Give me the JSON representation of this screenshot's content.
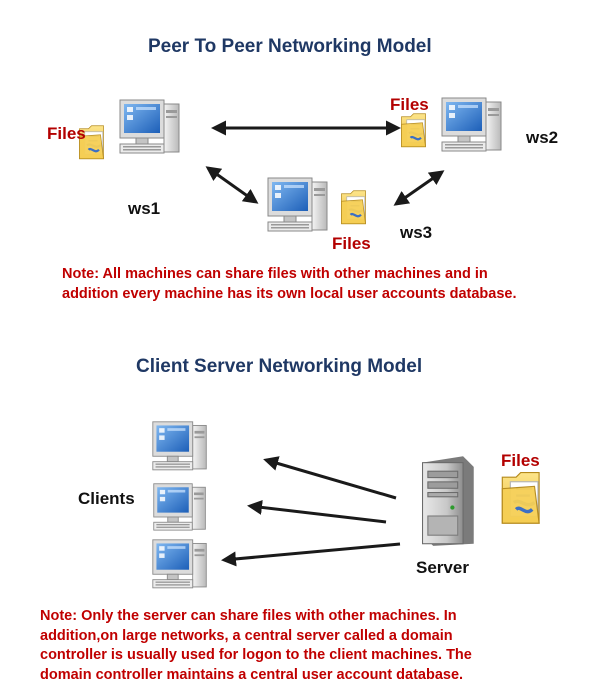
{
  "peer": {
    "title": "Peer To Peer Networking Model",
    "ws1": "ws1",
    "ws2": "ws2",
    "ws3": "ws3",
    "files_label": "Files",
    "note": "Note: All machines can share files with other machines and in addition every machine has its own local user accounts database."
  },
  "client_server": {
    "title": "Client Server Networking Model",
    "clients": "Clients",
    "server": "Server",
    "files_label": "Files",
    "note": "Note: Only the server can share files with other machines. In addition,on large networks, a central server called a domain controller is usually used for logon to the client machines. The domain controller maintains a central user account database."
  },
  "colors": {
    "title": "#1f3864",
    "files": "#b30000",
    "note": "#c00000"
  }
}
